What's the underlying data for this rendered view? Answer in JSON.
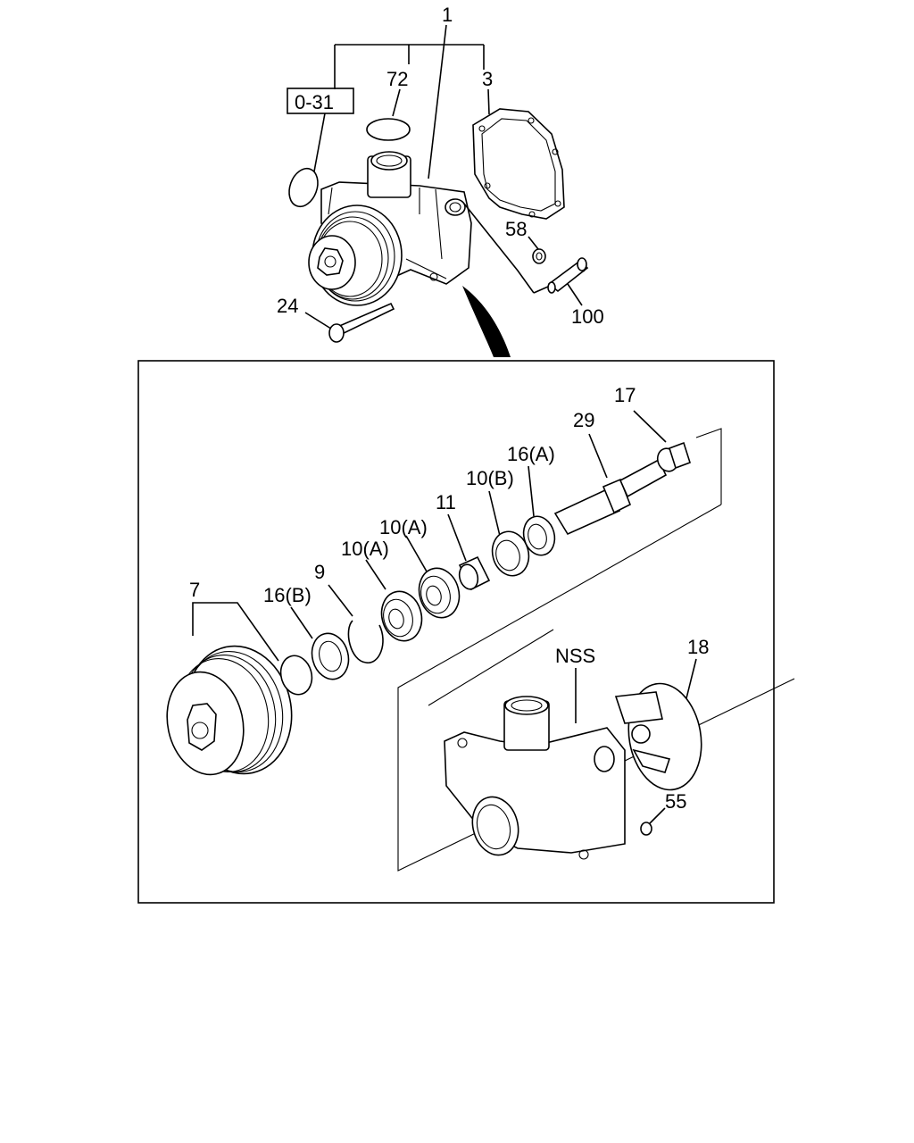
{
  "reference_box": "0-31",
  "callouts": {
    "main_assembly": "1",
    "o_ring": "72",
    "gasket": "3",
    "plug_58": "58",
    "fitting_100": "100",
    "bolt": "24",
    "pulley": "7",
    "seal_16b": "16(B)",
    "snap_ring": "9",
    "bearing_10a_1": "10(A)",
    "bearing_10a_2": "10(A)",
    "spacer": "11",
    "bearing_10b": "10(B)",
    "seal_16a": "16(A)",
    "shaft": "29",
    "seal_17": "17",
    "housing": "NSS",
    "impeller": "18",
    "plug_55": "55"
  }
}
